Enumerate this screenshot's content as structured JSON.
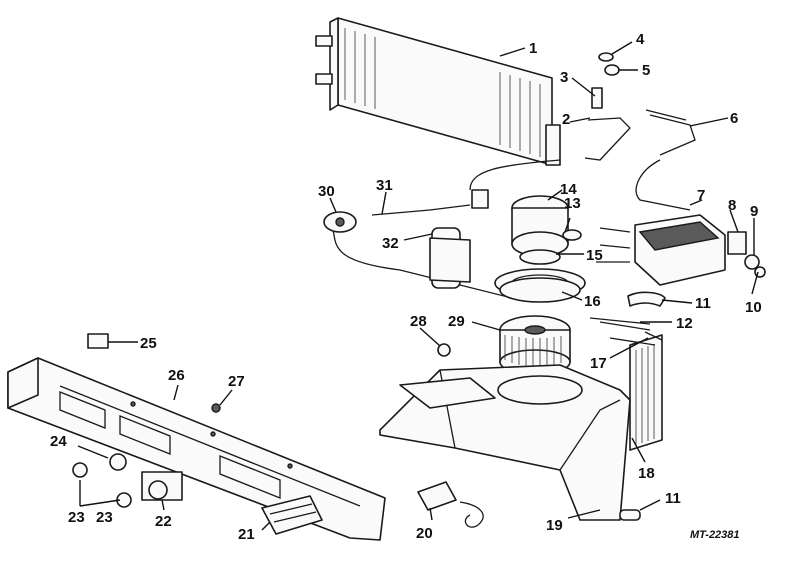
{
  "diagram": {
    "drawing_code": "MT-22381",
    "callouts": [
      "1",
      "2",
      "3",
      "4",
      "5",
      "6",
      "7",
      "8",
      "9",
      "10",
      "11",
      "11",
      "12",
      "13",
      "14",
      "15",
      "16",
      "17",
      "18",
      "19",
      "20",
      "21",
      "22",
      "23",
      "23",
      "24",
      "25",
      "26",
      "27",
      "28",
      "29",
      "30",
      "31",
      "32"
    ]
  }
}
